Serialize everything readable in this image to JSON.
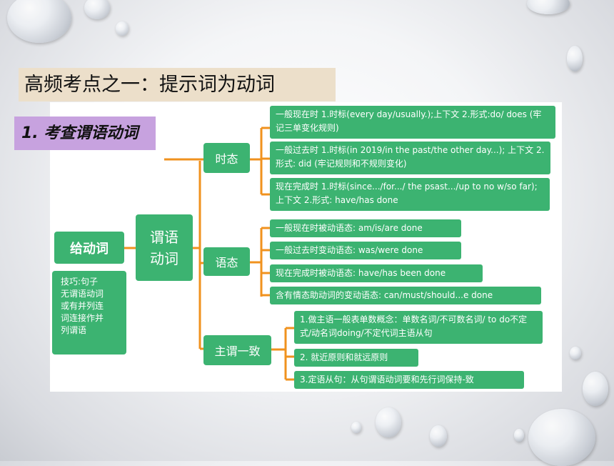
{
  "slide": {
    "title": "高频考点之一：提示词为动词",
    "subtitle": "1. 考查谓语动词"
  },
  "mindmap": {
    "root": "给动词",
    "tip": [
      "技巧:句子",
      "无谓语动词",
      "或有并列连",
      "词连接作并",
      "列谓语"
    ],
    "center": [
      "谓语",
      "动词"
    ],
    "branches": [
      {
        "label": "时态",
        "items": [
          "一般现在时 1.时标(every day/usually.);上下文 2.形式:do/ does (牢记三单变化规则)",
          "一般过去时 1.时标(in 2019/in the past/the other day...); 上下文 2.形式: did (牢记规则和不规则变化)",
          "现在完成时 1.时标(since.../for.../ the psast.../up to no w/so far);上下文 2.形式: have/has done"
        ]
      },
      {
        "label": "语态",
        "items": [
          "一般现在时被动语态: am/is/are done",
          "一般过去时变动语态: was/were done",
          "现在完成时被动语态: have/has been done",
          "含有情态助动词的变动语态: can/must/should...e done"
        ]
      },
      {
        "label": "主谓一致",
        "items": [
          "1.做主语一般表单数概念：单数名词/不可数名词/ to do不定式/动名词doing/不定代词主语从句",
          "2. 就近原则和就远原则",
          "3.定语从句：从句谓语动词要和先行词保持-致"
        ]
      }
    ]
  },
  "colors": {
    "node_green": "#3cb371",
    "connector_orange": "#f0921e",
    "title_bg": "#ecdfca",
    "subtitle_bg": "#c7a2df"
  }
}
